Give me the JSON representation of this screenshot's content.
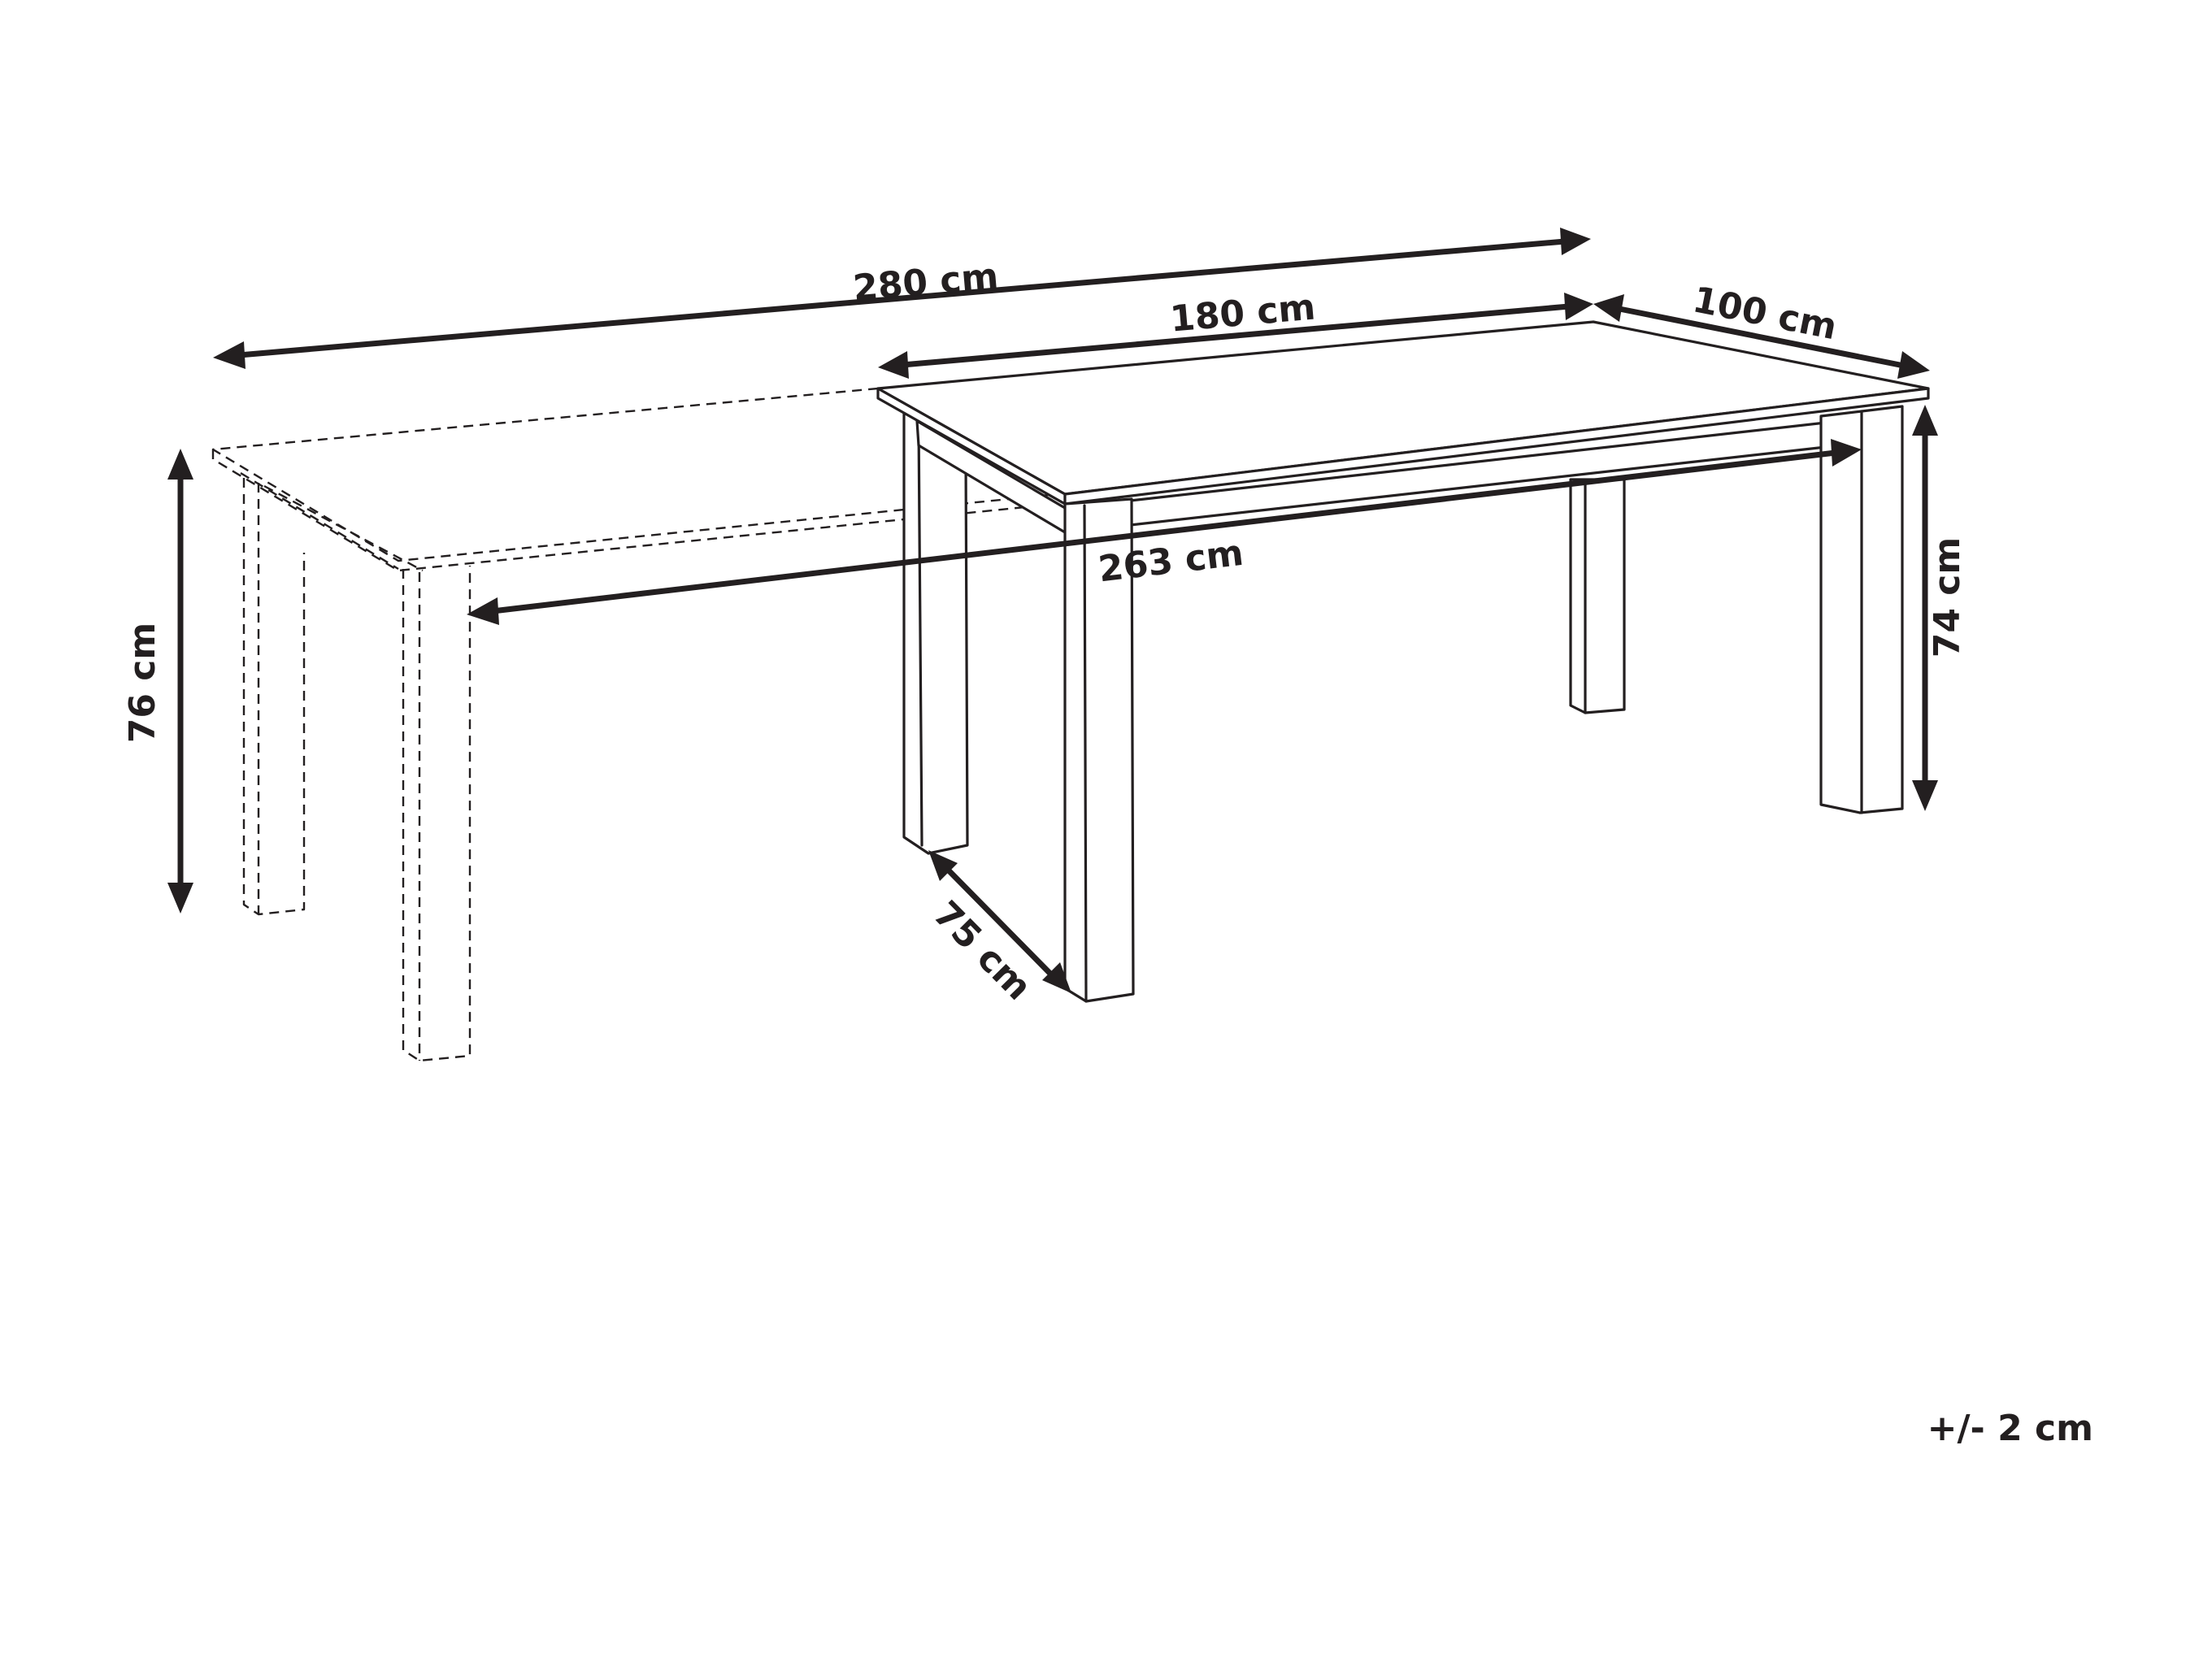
{
  "diagram": {
    "dimensions": {
      "extended_length": "280 cm",
      "closed_length": "180 cm",
      "depth": "100 cm",
      "leg_span": "263 cm",
      "height_extended": "76 cm",
      "height_closed": "74 cm",
      "leg_depth_span": "75 cm"
    },
    "tolerance": "+/- 2 cm"
  }
}
